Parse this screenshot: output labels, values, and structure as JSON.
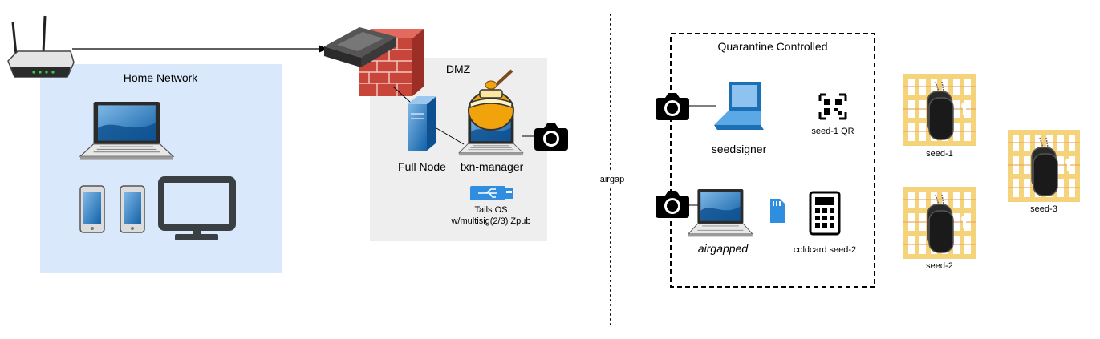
{
  "zones": {
    "home_network": {
      "label": "Home Network"
    },
    "dmz": {
      "label": "DMZ"
    },
    "quarantine": {
      "label": "Quarantine Controlled"
    },
    "airgap": {
      "label": "airgap"
    }
  },
  "nodes": {
    "full_node": {
      "label": "Full Node",
      "icon": "server-icon"
    },
    "txn_manager": {
      "label": "txn-manager",
      "icon": "laptop-icon"
    },
    "tails": {
      "line1": "Tails OS",
      "line2": "w/multisig(2/3) Zpub",
      "icon": "usb-icon"
    },
    "seedsigner": {
      "label": "seedsigner",
      "icon": "laptop-icon"
    },
    "seed1_qr": {
      "label": "seed-1 QR",
      "icon": "qr-code-icon"
    },
    "airgapped": {
      "label": "airgapped",
      "icon": "laptop-icon"
    },
    "coldcard": {
      "label": "coldcard seed-2",
      "icon": "calculator-icon"
    },
    "seed1": {
      "label": "seed-1",
      "icon": "dog-tag-icon"
    },
    "seed2": {
      "label": "seed-2",
      "icon": "dog-tag-icon"
    },
    "seed3": {
      "label": "seed-3",
      "icon": "dog-tag-icon"
    }
  },
  "colors": {
    "home_fill": "#dae8fc",
    "dmz_fill": "#eeeeee",
    "laptop_blue": "#1a6fb5",
    "cage_yellow": "#f5d37a",
    "firewall_red": "#c8453a"
  }
}
